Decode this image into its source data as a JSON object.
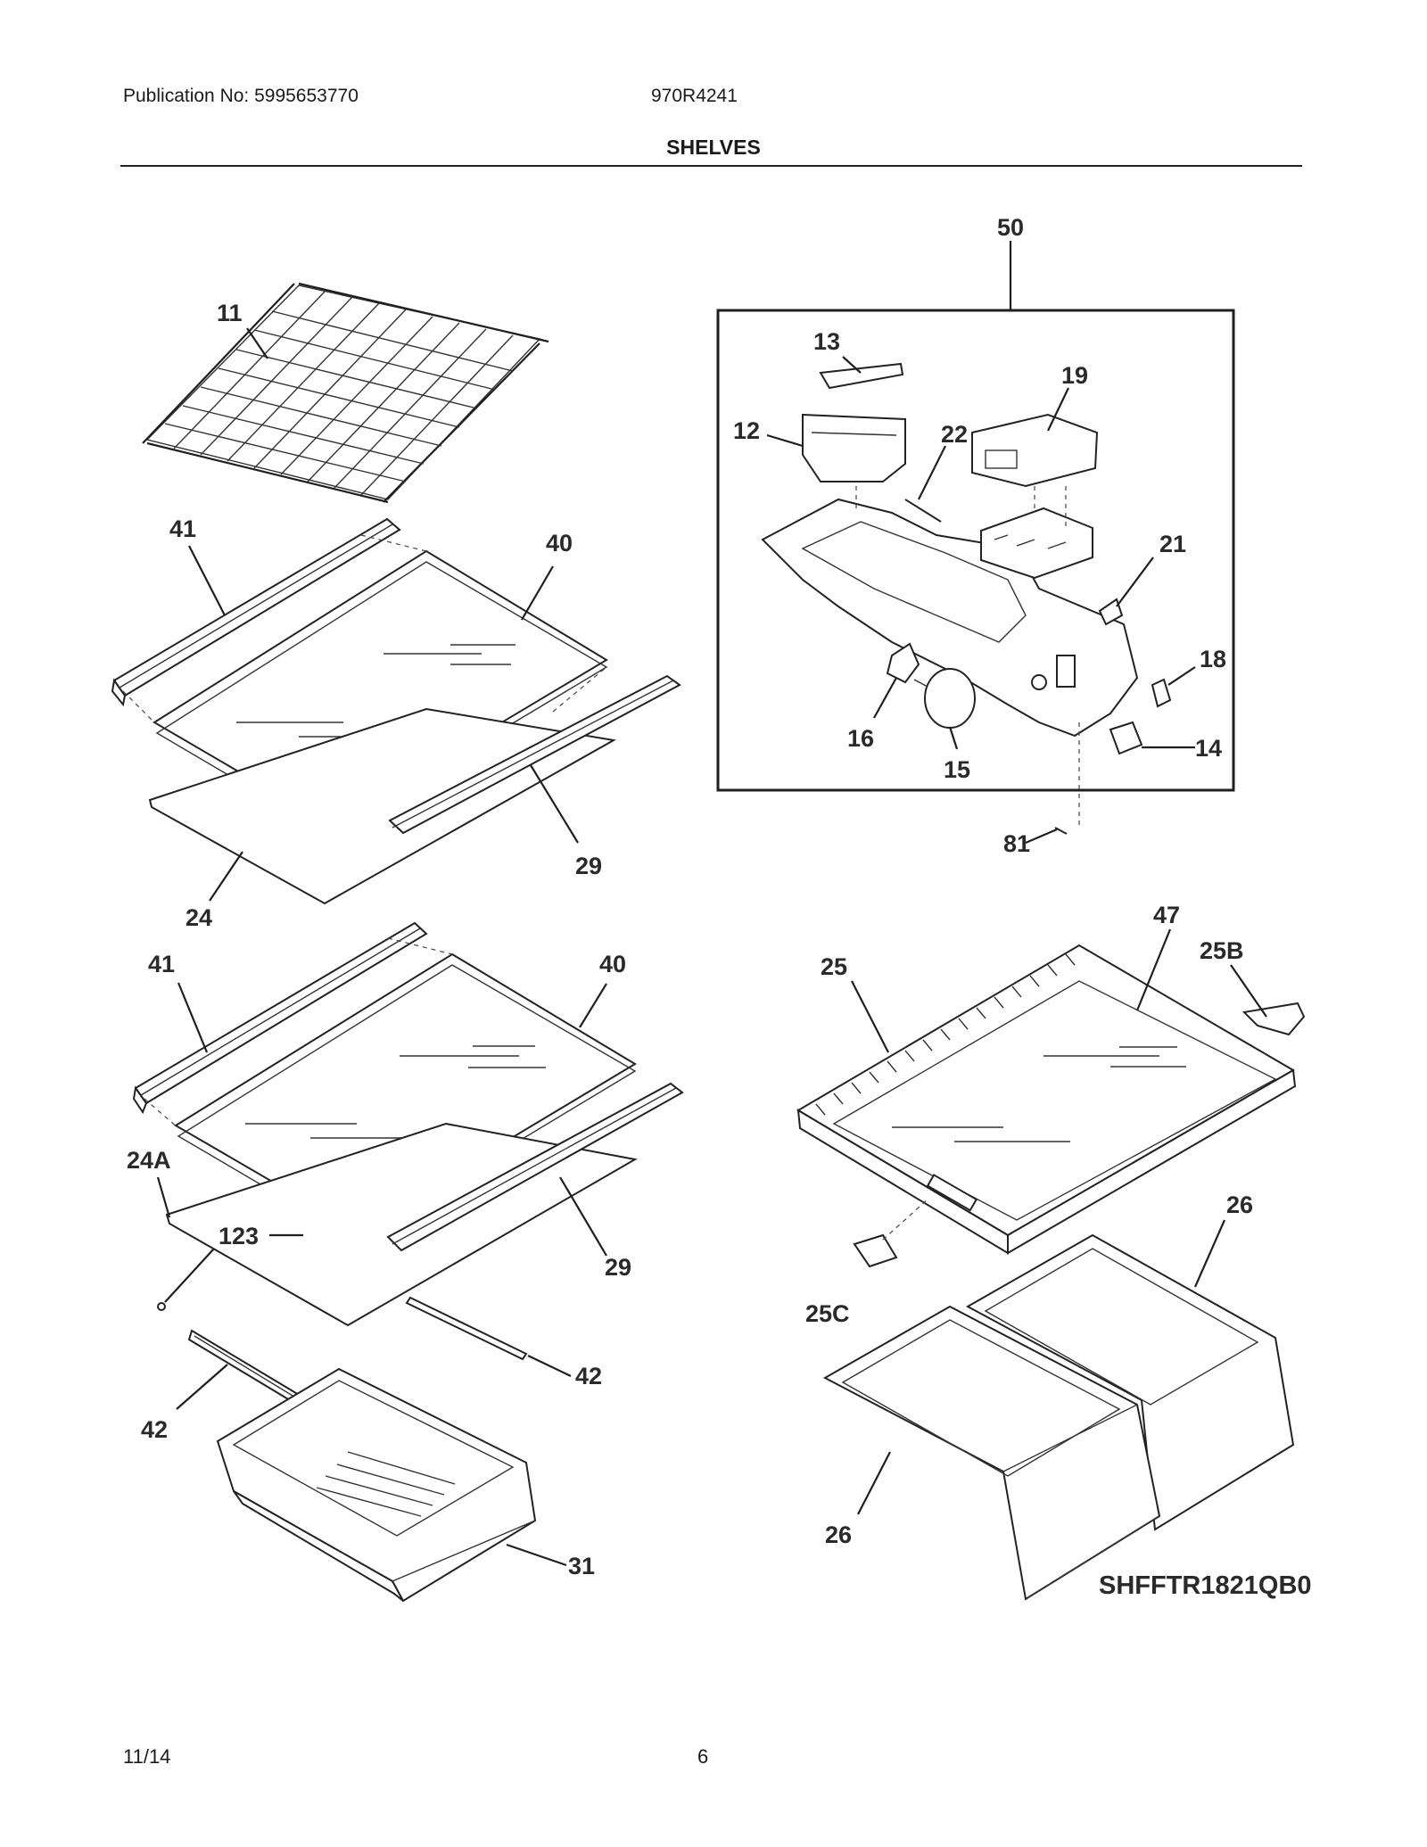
{
  "header": {
    "publication": "Publication No: 5995653770",
    "model": "970R4241",
    "title": "SHELVES"
  },
  "footer": {
    "date": "11/14",
    "page": "6"
  },
  "diagram_code": "SHFFTR1821QB0",
  "callouts": {
    "c11": "11",
    "c41a": "41",
    "c40a": "40",
    "c29a": "29",
    "c24": "24",
    "c41b": "41",
    "c40b": "40",
    "c24A": "24A",
    "c123": "123",
    "c29b": "29",
    "c42a": "42",
    "c42b": "42",
    "c31": "31",
    "c50": "50",
    "c13": "13",
    "c12": "12",
    "c22": "22",
    "c19": "19",
    "c21": "21",
    "c18": "18",
    "c16": "16",
    "c15": "15",
    "c14": "14",
    "c81": "81",
    "c47": "47",
    "c25": "25",
    "c25B": "25B",
    "c26a": "26",
    "c25C": "25C",
    "c26b": "26"
  },
  "colors": {
    "ink": "#1f1f1f",
    "paper": "#ffffff"
  }
}
